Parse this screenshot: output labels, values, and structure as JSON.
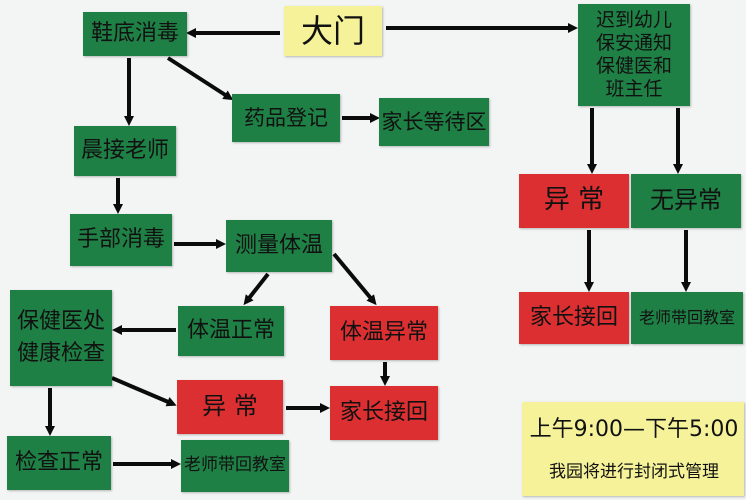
{
  "colors": {
    "green": "#1f8046",
    "red": "#dc2f31",
    "yellow": "#f5f29a",
    "paper": "#f3f4f4",
    "ink": "#111111"
  },
  "boxes": {
    "gate": "大门",
    "shoe_disinfect": "鞋底消毒",
    "drug_register": "药品登记",
    "parent_waiting": "家长等待区",
    "late_notify": "迟到幼儿\n保安通知\n保健医和\n班主任",
    "morning_teacher": "晨接老师",
    "hand_disinfect": "手部消毒",
    "measure_temp": "测量体温",
    "temp_normal": "体温正常",
    "temp_abnormal": "体温异常",
    "health_doctor": "保健医处\n健康检查",
    "abnormal_mid": "异 常",
    "parent_pickup_mid": "家长接回",
    "check_normal": "检查正常",
    "teacher_back_bottom": "老师带回教室",
    "abnormal_right": "异 常",
    "no_abnormal": "无异常",
    "parent_pickup_right": "家长接回",
    "teacher_back_right": "老师带回教室"
  },
  "notice": {
    "hours": "上午9:00—下午5:00",
    "closed": "我园将进行封闭式管理"
  }
}
